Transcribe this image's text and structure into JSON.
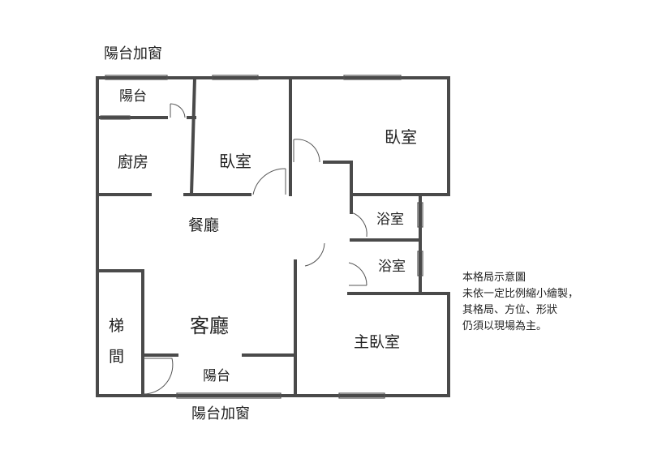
{
  "labels": {
    "top_balcony_window": "陽台加窗",
    "bottom_balcony_window": "陽台加窗",
    "balcony_top": "陽台",
    "kitchen": "廚房",
    "bedroom_left": "臥室",
    "bedroom_right": "臥室",
    "dining": "餐廳",
    "bath_upper": "浴室",
    "bath_lower": "浴室",
    "living": "客廳",
    "stairs_line1": "梯",
    "stairs_line2": "間",
    "balcony_bottom": "陽台",
    "master_bedroom": "主臥室"
  },
  "note": {
    "line1": "本格局示意圖",
    "line2": "未依一定比例縮小繪製，",
    "line3": "其格局、方位、形狀",
    "line4": "仍須以現場為主。"
  },
  "colors": {
    "wall": "#4a4a4a",
    "text": "#222222"
  }
}
